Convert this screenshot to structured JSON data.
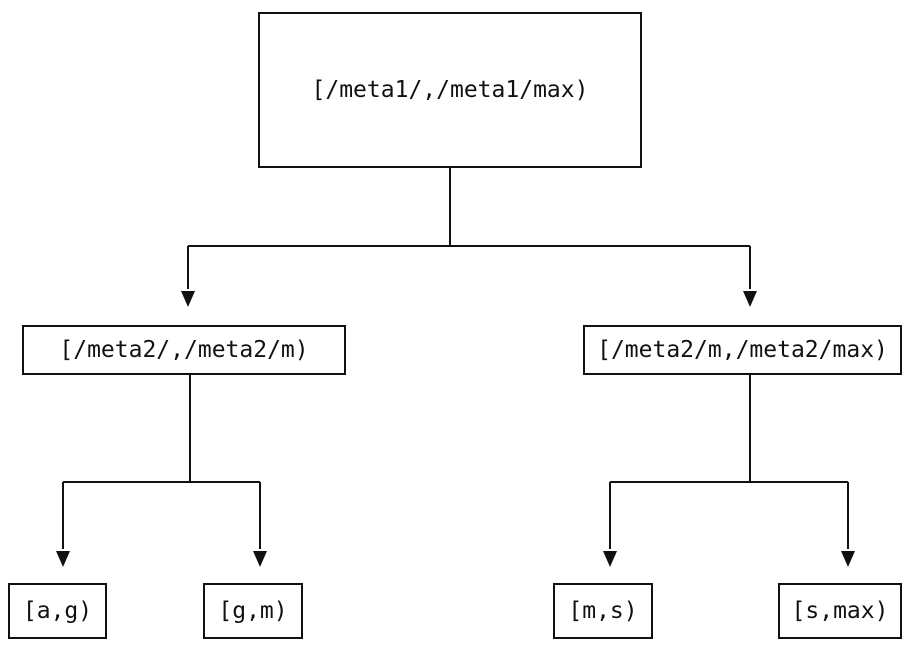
{
  "figure": {
    "background_color": "#ffffff",
    "line_color": "#111111",
    "text_color": "#111111"
  },
  "tree": {
    "root": {
      "label": "[/meta1/,/meta1/max)"
    },
    "level1": [
      {
        "id": "left",
        "label": "[/meta2/,/meta2/m)"
      },
      {
        "id": "right",
        "label": "[/meta2/m,/meta2/max)"
      }
    ],
    "level2": [
      {
        "parent": "left",
        "label": "[a,g)"
      },
      {
        "parent": "left",
        "label": "[g,m)"
      },
      {
        "parent": "right",
        "label": "[m,s)"
      },
      {
        "parent": "right",
        "label": "[s,max)"
      }
    ],
    "edges": [
      {
        "from": "root",
        "to": "left"
      },
      {
        "from": "root",
        "to": "right"
      },
      {
        "from": "left",
        "to": "[a,g)"
      },
      {
        "from": "left",
        "to": "[g,m)"
      },
      {
        "from": "right",
        "to": "[m,s)"
      },
      {
        "from": "right",
        "to": "[s,max)"
      }
    ]
  }
}
